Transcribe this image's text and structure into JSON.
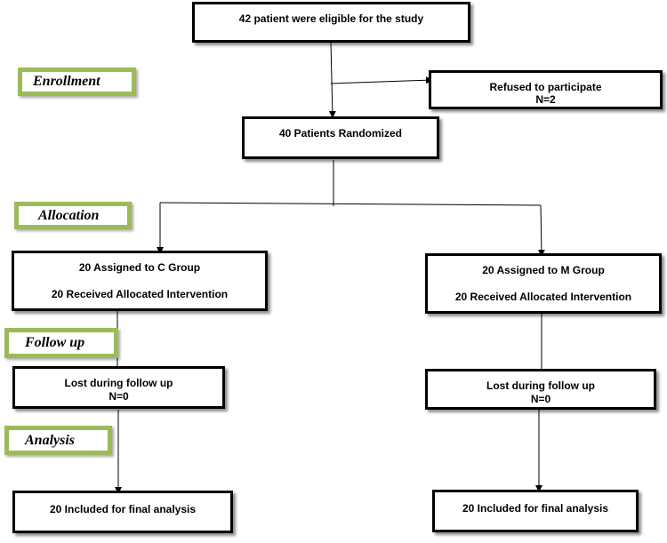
{
  "stages": {
    "enrollment": "Enrollment",
    "allocation": "Allocation",
    "follow_up": "Follow up",
    "analysis": "Analysis"
  },
  "boxes": {
    "eligible": "42 patient were eligible for the study",
    "refused": [
      "Refused to participate",
      "N=2"
    ],
    "randomized": "40 Patients Randomized",
    "c_group": [
      "20 Assigned to C Group",
      "20 Received Allocated Intervention"
    ],
    "m_group": [
      "20 Assigned to M Group",
      "20 Received Allocated Intervention"
    ],
    "c_lost": [
      "Lost during follow up",
      "N=0"
    ],
    "m_lost": [
      "Lost during follow up",
      "N=0"
    ],
    "c_final": "20 Included for final analysis",
    "m_final": "20 Included for final analysis"
  },
  "colors": {
    "stage_border": "#9bbb59",
    "box_border": "#000000"
  }
}
